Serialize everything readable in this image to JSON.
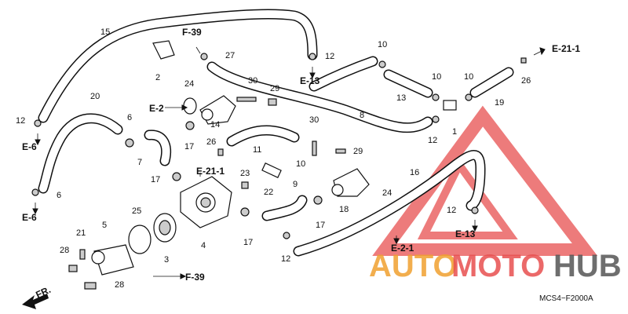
{
  "diagram_code": "MCS4−F2000A",
  "watermark": {
    "text_auto": "AUTO",
    "text_moto": "MOTO",
    "text_hub": "HUB",
    "color_red": "#e85050",
    "color_orange": "#f0a030",
    "color_gray": "#555555"
  },
  "part_numbers": {
    "p1": "1",
    "p2": "2",
    "p3": "3",
    "p4": "4",
    "p5": "5",
    "p6a": "6",
    "p6b": "6",
    "p7": "7",
    "p8": "8",
    "p9": "9",
    "p10a": "10",
    "p10b": "10",
    "p10c": "10",
    "p10d": "10",
    "p11": "11",
    "p12a": "12",
    "p12b": "12",
    "p12c": "12",
    "p12d": "12",
    "p12e": "12",
    "p13": "13",
    "p14": "14",
    "p15": "15",
    "p16": "16",
    "p17a": "17",
    "p17b": "17",
    "p17c": "17",
    "p17d": "17",
    "p18": "18",
    "p19": "19",
    "p20": "20",
    "p21": "21",
    "p22": "22",
    "p23": "23",
    "p24a": "24",
    "p24b": "24",
    "p25": "25",
    "p26a": "26",
    "p26b": "26",
    "p27": "27",
    "p28a": "28",
    "p28b": "28",
    "p29a": "29",
    "p29b": "29",
    "p30a": "30",
    "p30b": "30"
  },
  "references": {
    "f39_top": "F-39",
    "f39_bottom": "F-39",
    "e21_1_top": "E-21-1",
    "e21_1_mid": "E-21-1",
    "e2_left": "E-2",
    "e2_1": "E-2-1",
    "e6_a": "E-6",
    "e6_b": "E-6",
    "e13_top": "E-13",
    "e13_right": "E-13",
    "fr": "FR."
  }
}
